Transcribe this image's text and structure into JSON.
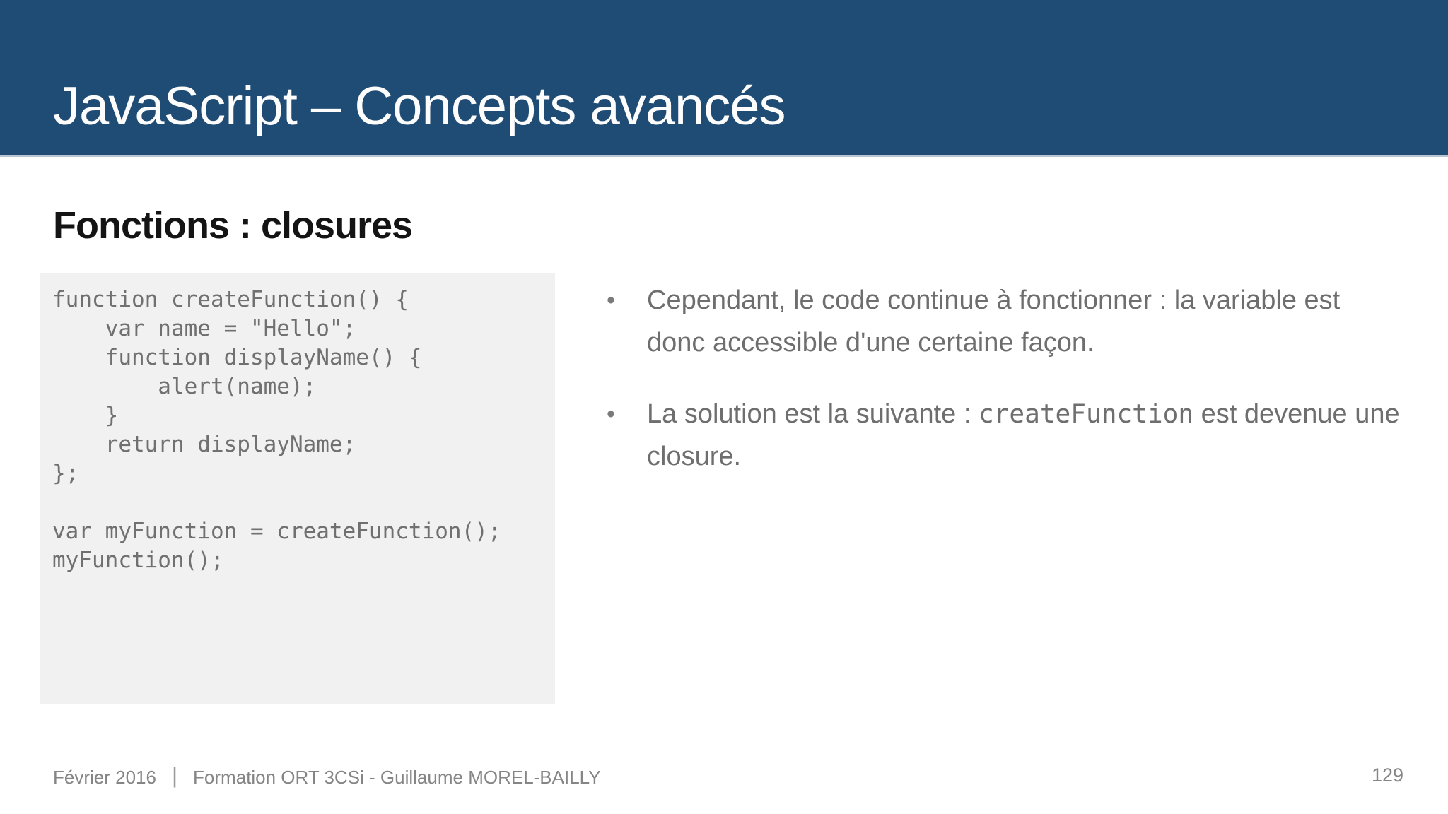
{
  "slide": {
    "title": "JavaScript – Concepts avancés",
    "heading": "Fonctions : closures",
    "bullet_glyph": "•",
    "code": "function createFunction() {\n    var name = \"Hello\";\n    function displayName() {\n        alert(name);\n    }\n    return displayName;\n};\n\nvar myFunction = createFunction();\nmyFunction();",
    "bullets": [
      {
        "pre": "Cependant, le code continue à fonctionner : la variable est donc accessible d'une certaine façon.",
        "mono": "",
        "post": ""
      },
      {
        "pre": "La solution est la suivante : ",
        "mono": "createFunction",
        "post": " est devenue une closure."
      }
    ],
    "footer": {
      "date": "Février 2016",
      "separator": "|",
      "course": "Formation ORT 3CSi - Guillaume MOREL-BAILLY",
      "page_number": "129"
    },
    "colors": {
      "header_bg": "#1F4C74",
      "title_text": "#FDFDFD",
      "heading_text": "#141414",
      "code_bg": "#F1F1F1",
      "code_text": "#707070",
      "body_text": "#6E6E6E",
      "footer_text": "#858585"
    }
  }
}
